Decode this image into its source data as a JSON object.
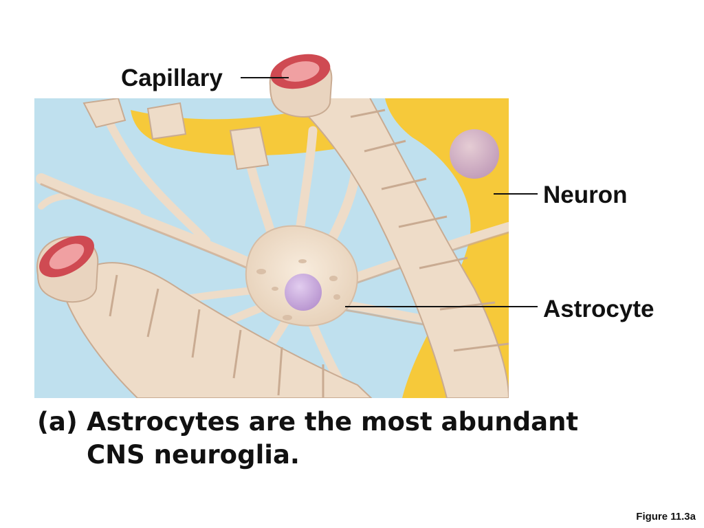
{
  "labels": {
    "capillary": "Capillary",
    "neuron": "Neuron",
    "astrocyte": "Astrocyte"
  },
  "caption": {
    "marker": "(a)",
    "line1": "Astrocytes are the most abundant",
    "line2": "CNS neuroglia."
  },
  "figure_number": "Figure 11.3a",
  "colors": {
    "extracellular_fluid": "#bfe0ee",
    "neuron": "#f6c93a",
    "astrocyte": "#eedcc8",
    "astrocyte_shadow": "#c9ab92",
    "capillary_lumen": "#d8545a",
    "nucleus": "#c9a9da"
  }
}
